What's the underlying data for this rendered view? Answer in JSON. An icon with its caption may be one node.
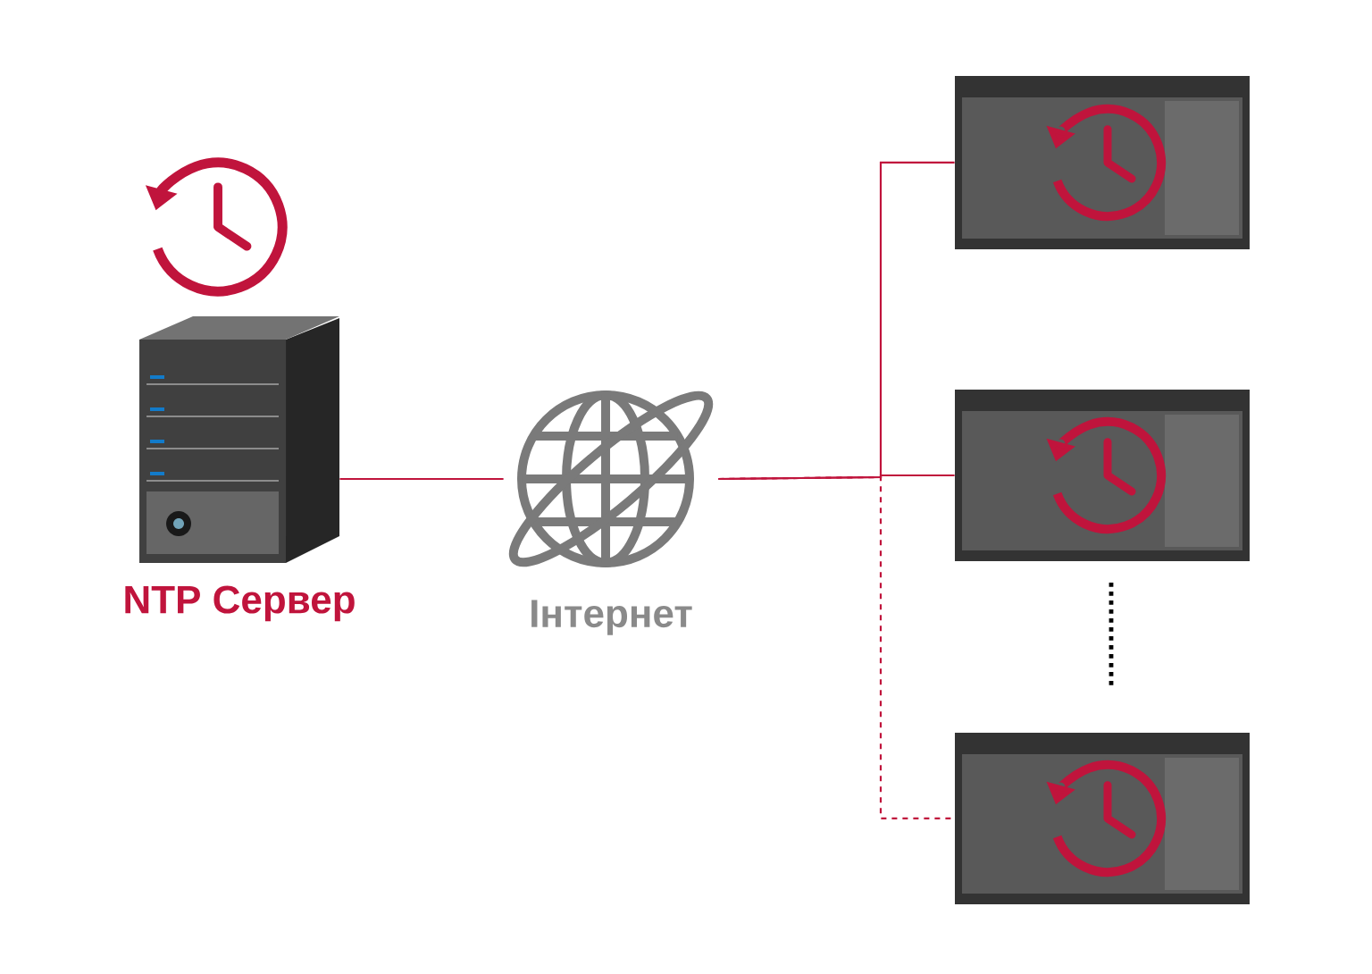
{
  "diagram": {
    "nodes": [
      {
        "text": [
          "NTP Сервер"
        ]
      },
      {
        "text": [
          "Інтернет"
        ]
      },
      {
        "text": [],
        "shape": "picture"
      },
      {
        "text": [],
        "shape": "picture"
      },
      {
        "text": [],
        "shape": "picture"
      }
    ],
    "edges": [
      {
        "from": 0,
        "to": 1,
        "arrow": "none"
      },
      {
        "from": 1,
        "to": 2,
        "arrow": "none"
      },
      {
        "from": 1,
        "to": 3,
        "arrow": "none"
      },
      {
        "from": 1,
        "to": 4,
        "arrow": "none",
        "style": "dashed"
      }
    ]
  }
}
